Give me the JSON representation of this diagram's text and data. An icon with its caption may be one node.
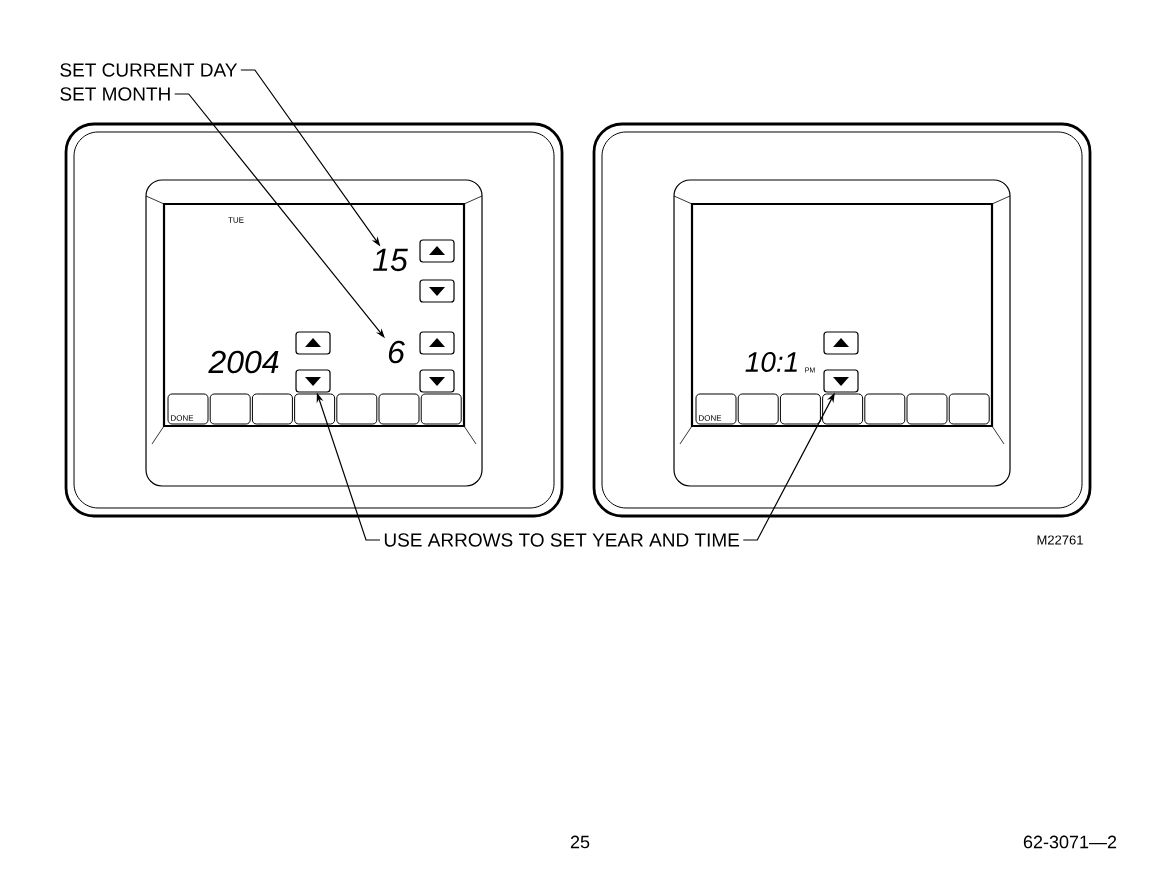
{
  "diagram": {
    "nodes": [
      {
        "text": [
          "SET CURRENT DAY"
        ]
      },
      {
        "text": [
          "SET MONTH"
        ]
      },
      {
        "text": [
          "USE ARROWS TO SET YEAR AND TIME"
        ]
      },
      {
        "text": [
          "15"
        ]
      },
      {
        "text": [
          "6"
        ]
      },
      {
        "text": [],
        "shape": "box"
      },
      {
        "text": [],
        "shape": "box"
      }
    ],
    "edges": [
      {
        "from": 0,
        "to": 3,
        "arrow": "to"
      },
      {
        "from": 1,
        "to": 4,
        "arrow": "to"
      },
      {
        "from": 2,
        "to": 5,
        "arrow": "to"
      },
      {
        "from": 2,
        "to": 6,
        "arrow": "to"
      }
    ],
    "labels": [
      "TUE",
      "2004",
      "DONE",
      "10:1",
      "PM",
      "DONE",
      "M22761",
      "25",
      "62-3071—2"
    ]
  }
}
